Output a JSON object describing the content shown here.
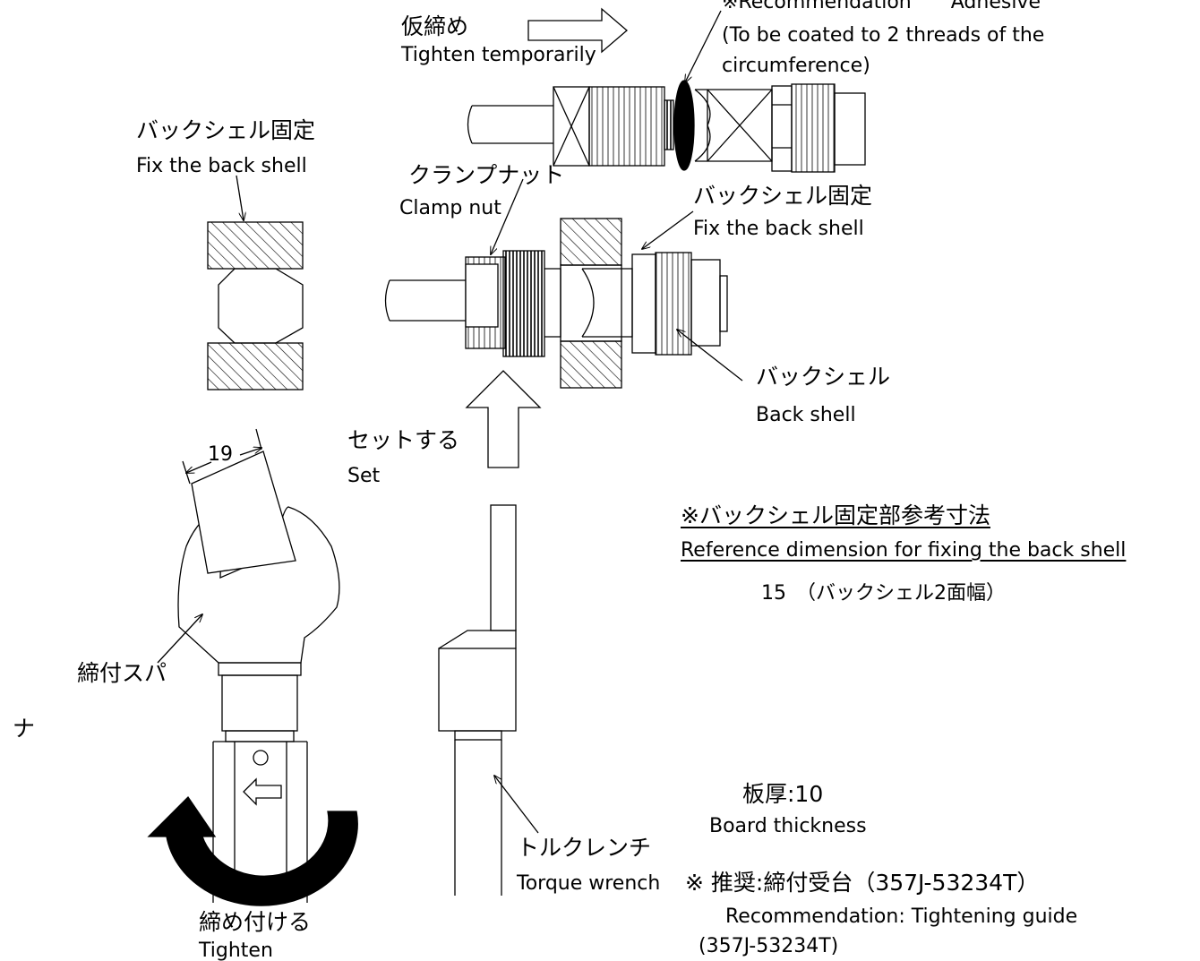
{
  "labels": {
    "temp_jp": "仮締め",
    "temp_en": "Tighten temporarily",
    "adh_line1": "※Recommendation　　Adhesive",
    "adh_line2": "(To be coated to 2 threads of the",
    "adh_line3": "circumference)",
    "fix_left_jp": "バックシェル固定",
    "fix_left_en": "Fix the back shell",
    "clamp_jp": "クランプナット",
    "clamp_en": "Clamp nut",
    "fix_right_jp": "バックシェル固定",
    "fix_right_en": "Fix the back shell",
    "backshell_jp": "バックシェル",
    "backshell_en": "Back shell",
    "set_jp": "セットする",
    "set_en": "Set",
    "dim_19": "19",
    "ref_jp": "※バックシェル固定部参考寸法",
    "ref_en": "Reference dimension for fixing the back shell",
    "ref_val": "15　（バックシェル2面幅）",
    "spanner_jp": "締付スパ",
    "stray_na": "ナ",
    "board_jp": "板厚:10",
    "board_en": "Board thickness",
    "torque_jp": "トルクレンチ",
    "torque_en": "Torque wrench",
    "guide_jp": "※ 推奨:締付受台（357J-53234T）",
    "guide_en": "Recommendation: Tightening guide",
    "guide_part": "(357J-53234T)",
    "tighten_jp": "締め付ける",
    "tighten_en": "Tighten"
  }
}
